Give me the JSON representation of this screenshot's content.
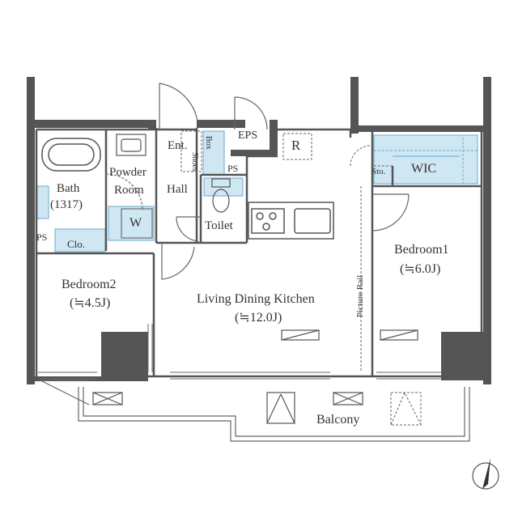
{
  "rooms": {
    "ent": "Ent.",
    "shoes_box_line1": "Shoes",
    "shoes_box_line2": "Box",
    "eps": "EPS",
    "refrigerator": "R",
    "storage": "Sto.",
    "wic": "WIC",
    "bath": "Bath",
    "bath_size": "(1317)",
    "powder_room_line1": "Powder",
    "powder_room_line2": "Room",
    "hall": "Hall",
    "washer": "W",
    "toilet": "Toilet",
    "ps_toilet": "PS",
    "ps_bath": "PS",
    "closet": "Clo.",
    "bedroom1": "Bedroom1",
    "bedroom1_size": "(≒6.0J)",
    "bedroom2": "Bedroom2",
    "bedroom2_size": "(≒4.5J)",
    "ldk": "Living Dining Kitchen",
    "ldk_size": "(≒12.0J)",
    "picture_rail": "Picture Rail",
    "balcony": "Balcony"
  },
  "colors": {
    "wall": "#555555",
    "line": "#666666",
    "storage_fill": "#cfe6f3",
    "storage_stroke": "#6aa9cc"
  },
  "icons": [
    "compass-north-icon",
    "stove-icon",
    "sink-icon",
    "toilet-icon",
    "bathtub-icon",
    "washbasin-icon"
  ]
}
